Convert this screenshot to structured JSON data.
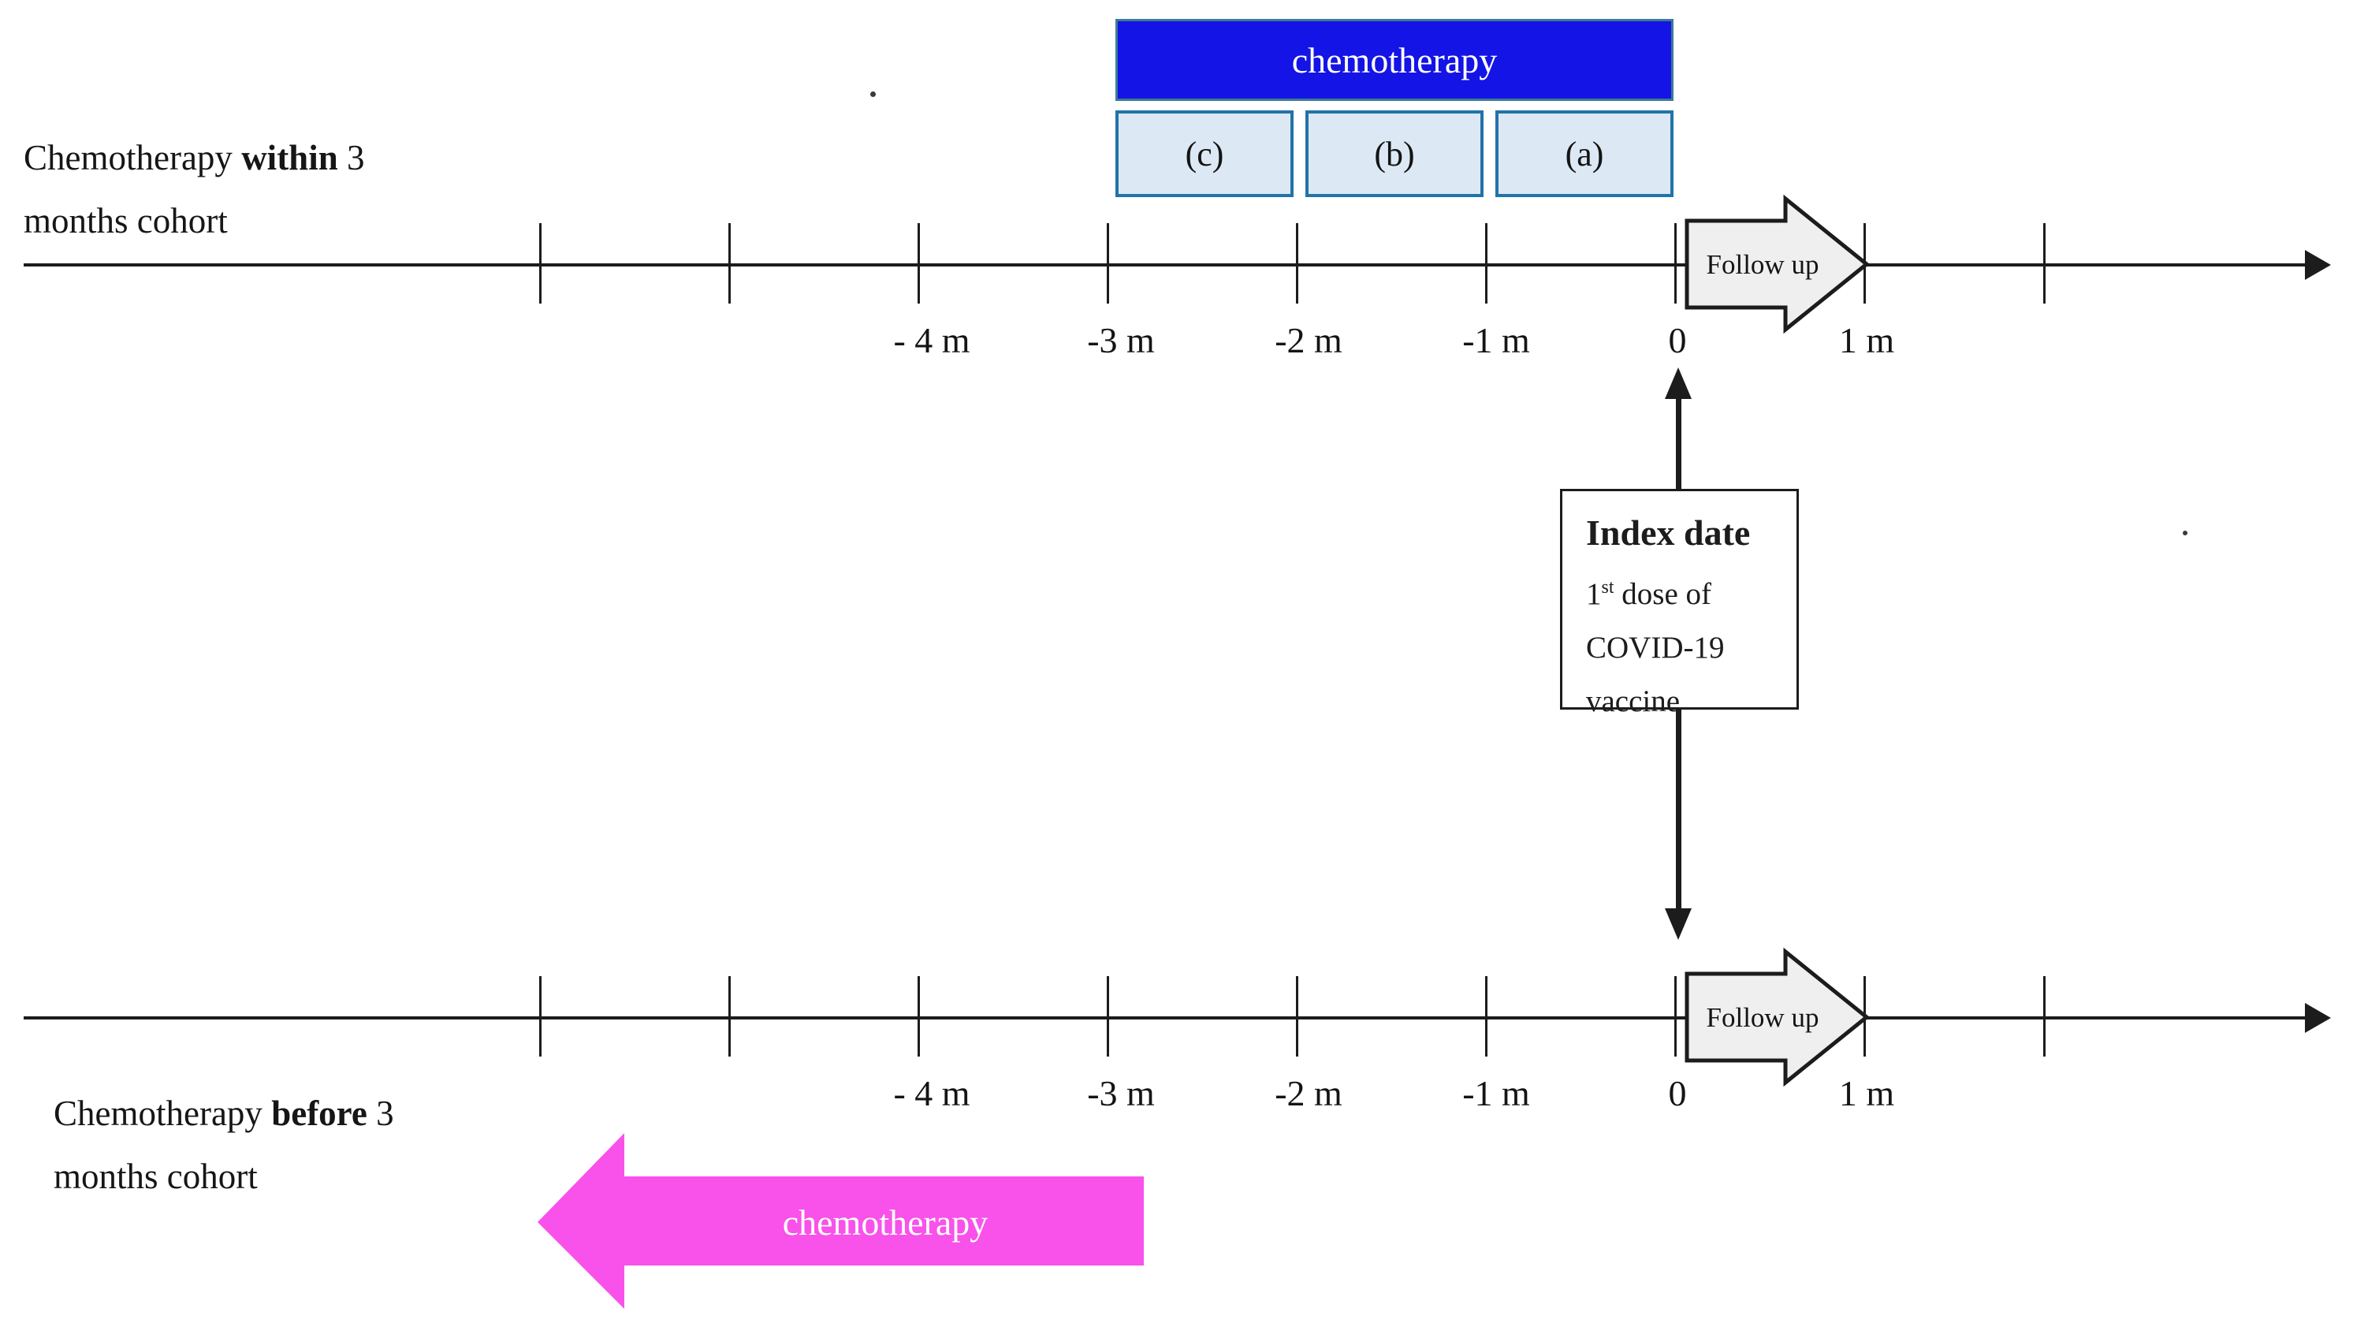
{
  "cohort_top": {
    "line1_pre": "Chemotherapy ",
    "line1_bold": "within",
    "line1_post": " 3",
    "line2": "months cohort"
  },
  "cohort_bottom": {
    "line1_pre": "Chemotherapy ",
    "line1_bold": "before",
    "line1_post": " 3",
    "line2": "months cohort"
  },
  "chemo_bar": {
    "label": "chemotherapy",
    "segments": [
      {
        "label": "(c)"
      },
      {
        "label": "(b)"
      },
      {
        "label": "(a)"
      }
    ]
  },
  "timeline_top": {
    "tick_labels": [
      "- 4 m",
      "-3 m",
      "-2 m",
      "-1 m",
      "0",
      "1 m"
    ],
    "followup_label": "Follow up"
  },
  "timeline_bottom": {
    "tick_labels": [
      "- 4 m",
      "-3 m",
      "-2 m",
      "-1 m",
      "0",
      "1 m"
    ],
    "followup_label": "Follow up"
  },
  "index_box": {
    "title": "Index date",
    "dose_num": "1",
    "dose_sup": "st",
    "dose_rest": " dose of",
    "line2": "COVID-19",
    "line3": "vaccine"
  },
  "chemo_arrow_bottom": {
    "label": "chemotherapy"
  },
  "colors": {
    "bar-blue": "#1414e6",
    "bar-border": "#3c7a96",
    "box-fill": "#dce9f5",
    "box-border": "#2273a8",
    "arrow-gray": "#efefef",
    "magenta": "#f852ea",
    "ink": "#1c1c1c"
  }
}
